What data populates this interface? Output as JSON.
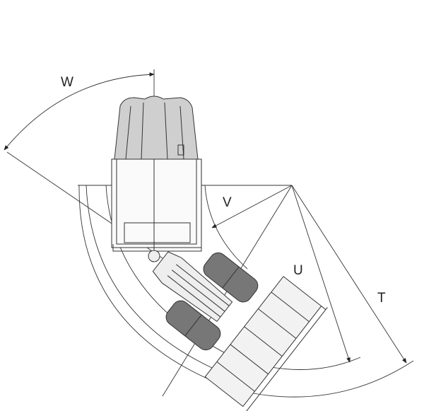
{
  "diagram": {
    "labels": {
      "w": "W",
      "v": "V",
      "u": "U",
      "t": "T"
    }
  }
}
